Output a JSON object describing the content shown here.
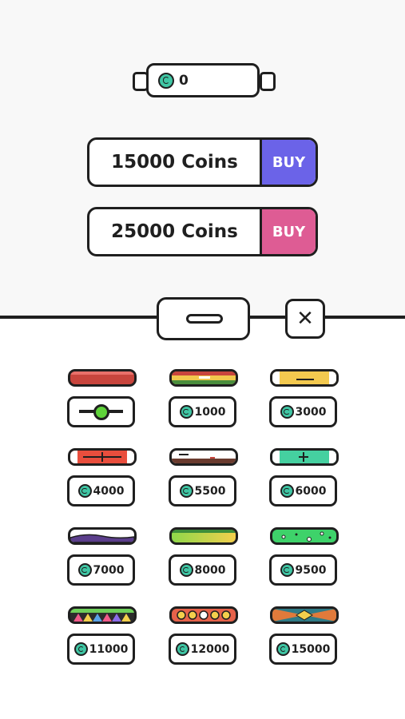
{
  "wallet": {
    "coins": "0",
    "icon": "coin-icon"
  },
  "purchases": [
    {
      "label": "15000 Coins",
      "buy_label": "BUY",
      "color": "#6b63e8"
    },
    {
      "label": "25000 Coins",
      "buy_label": "BUY",
      "color": "#de5c94"
    }
  ],
  "controls": {
    "close_label": "✕"
  },
  "skins": [
    {
      "price": "",
      "selected": true
    },
    {
      "price": "1000"
    },
    {
      "price": "3000"
    },
    {
      "price": "4000"
    },
    {
      "price": "5500"
    },
    {
      "price": "6000"
    },
    {
      "price": "7000"
    },
    {
      "price": "8000"
    },
    {
      "price": "9500"
    },
    {
      "price": "11000"
    },
    {
      "price": "12000"
    },
    {
      "price": "15000"
    }
  ],
  "colors": {
    "coin": "#3fc6a4",
    "outline": "#1f1f1f",
    "buy_purple": "#6b63e8",
    "buy_pink": "#de5c94"
  }
}
